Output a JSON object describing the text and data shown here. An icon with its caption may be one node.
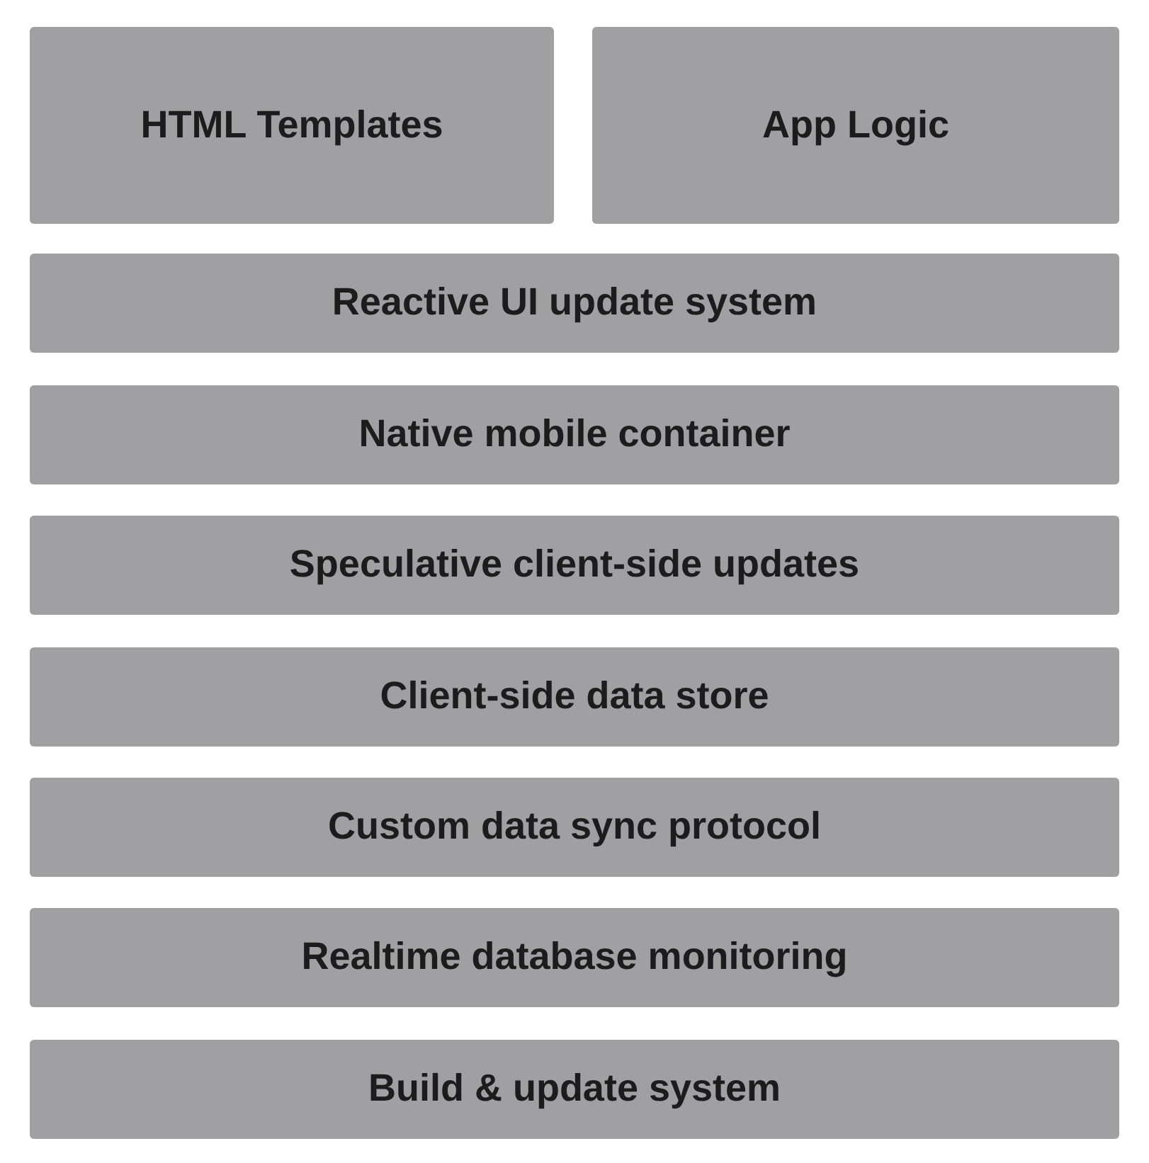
{
  "diagram": {
    "nodes": [
      {
        "text": [
          "HTML Templates"
        ]
      },
      {
        "text": [
          "App Logic"
        ]
      },
      {
        "text": [
          "Reactive UI update system"
        ]
      },
      {
        "text": [
          "Native mobile container"
        ]
      },
      {
        "text": [
          "Speculative client-side updates"
        ]
      },
      {
        "text": [
          "Client-side data store"
        ]
      },
      {
        "text": [
          "Custom data sync protocol"
        ]
      },
      {
        "text": [
          "Realtime database monitoring"
        ]
      },
      {
        "text": [
          "Build & update system"
        ]
      }
    ]
  }
}
